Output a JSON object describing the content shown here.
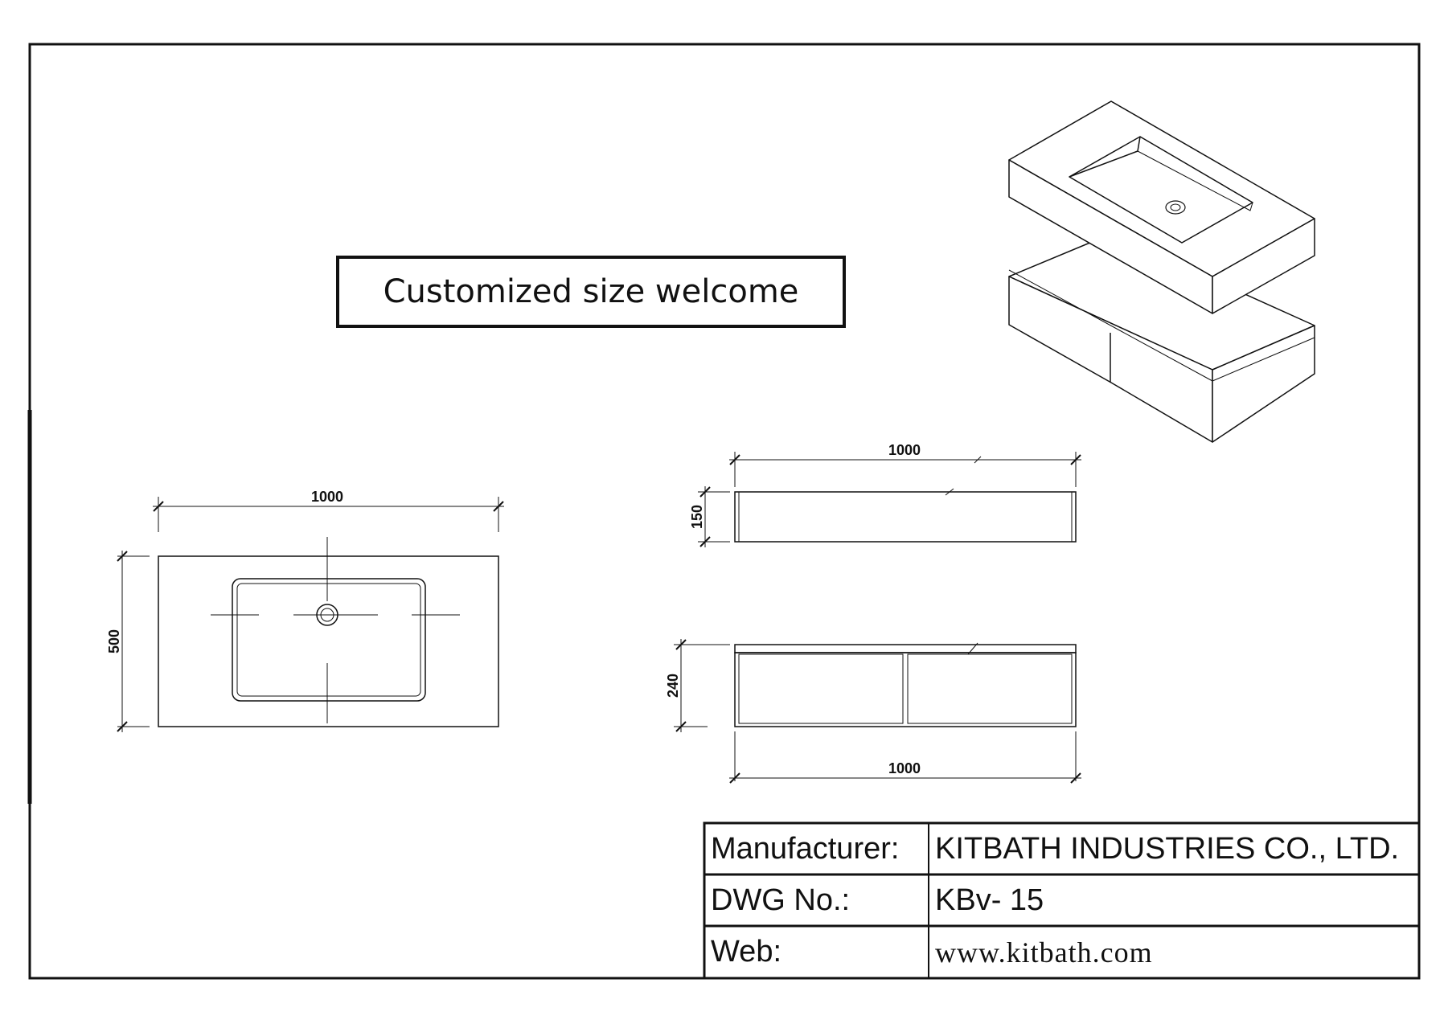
{
  "banner": {
    "text": "Customized size welcome"
  },
  "title_block": {
    "manufacturer_label": "Manufacturer:",
    "manufacturer_value": "KITBATH INDUSTRIES CO., LTD.",
    "dwg_label": "DWG No.:",
    "dwg_value": "KBv- 15",
    "web_label": "Web:",
    "web_value": "www.kitbath.com"
  },
  "dimensions": {
    "top_view_width": "1000",
    "top_view_depth": "500",
    "basin_front_width": "1000",
    "basin_front_height": "150",
    "cabinet_front_height": "240",
    "cabinet_front_width": "1000"
  },
  "colors": {
    "line": "#111111",
    "background": "#ffffff"
  }
}
